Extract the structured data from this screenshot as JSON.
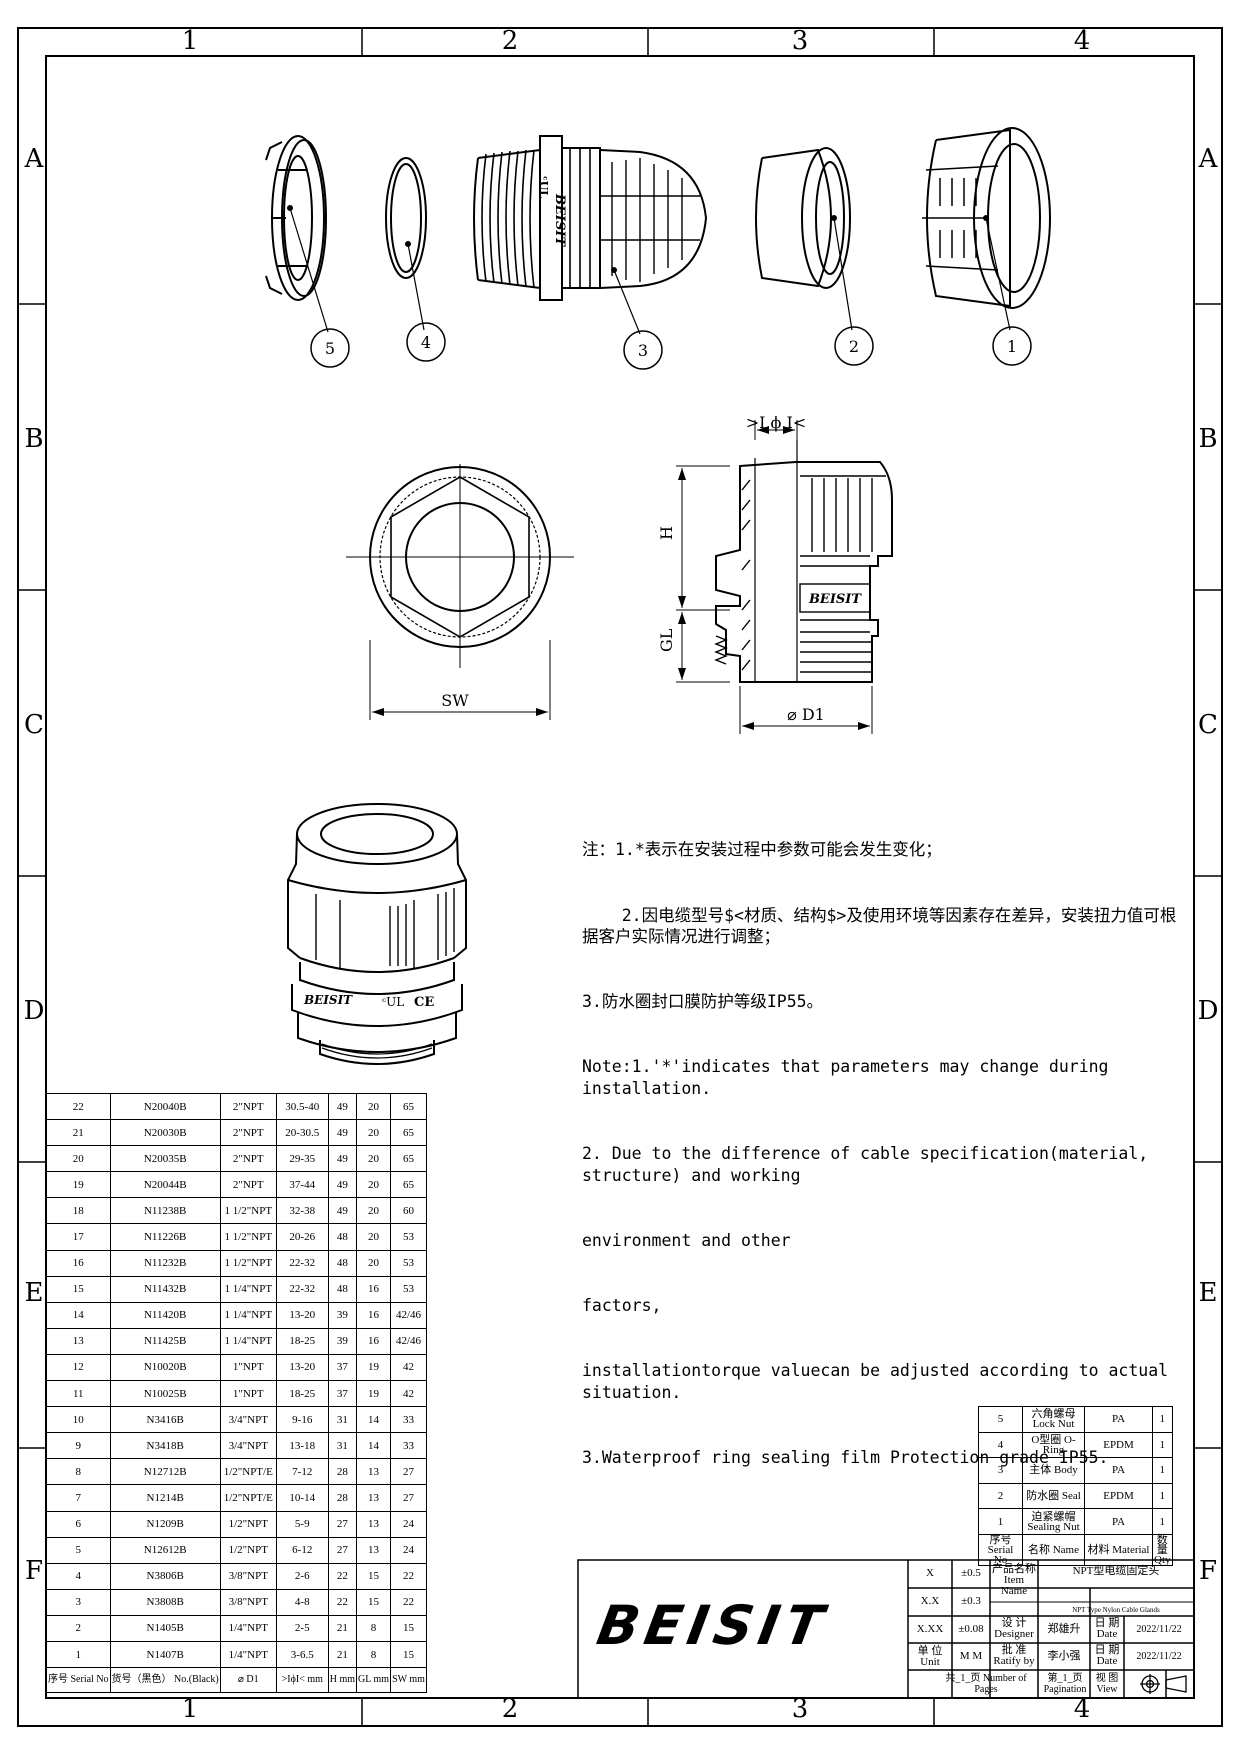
{
  "frame": {
    "columns": [
      "1",
      "2",
      "3",
      "4"
    ],
    "rows": [
      "A",
      "B",
      "C",
      "D",
      "E",
      "F"
    ]
  },
  "balloons": [
    "5",
    "4",
    "3",
    "2",
    "1"
  ],
  "dimensions": {
    "i_phi_i": ">I ϕ I<",
    "h": "H",
    "gl": "GL",
    "d1": "⌀ D1",
    "sw": "SW"
  },
  "brand_mark": "BEISIT",
  "marks": {
    "ul": "ᶜUL",
    "ce": "CE"
  },
  "notes": [
    "注：1.*表示在安装过程中参数可能会发生变化；",
    "    2.因电缆型号$<材质、结构$>及使用环境等因素存在差异，安装扭力值可根据客户实际情况进行调整；",
    "3.防水圈封口膜防护等级IP55。",
    "Note:1.'*'indicates that parameters may change during installation.",
    "2. Due to the difference of cable specification(material, structure) and working",
    "environment and other",
    "factors,",
    "installationtorque valuecan be adjusted according to actual situation.",
    "3.Waterproof ring sealing film Protection grade IP55."
  ],
  "spec_table": {
    "headers": [
      "序号 Serial No",
      "货号（黑色） No.(Black)",
      "⌀ D1",
      ">IϕI< mm",
      "H mm",
      "GL mm",
      "SW mm"
    ],
    "rows": [
      [
        "22",
        "N20040B",
        "2\"NPT",
        "30.5-40",
        "49",
        "20",
        "65"
      ],
      [
        "21",
        "N20030B",
        "2\"NPT",
        "20-30.5",
        "49",
        "20",
        "65"
      ],
      [
        "20",
        "N20035B",
        "2\"NPT",
        "29-35",
        "49",
        "20",
        "65"
      ],
      [
        "19",
        "N20044B",
        "2\"NPT",
        "37-44",
        "49",
        "20",
        "65"
      ],
      [
        "18",
        "N11238B",
        "1 1/2\"NPT",
        "32-38",
        "49",
        "20",
        "60"
      ],
      [
        "17",
        "N11226B",
        "1 1/2\"NPT",
        "20-26",
        "48",
        "20",
        "53"
      ],
      [
        "16",
        "N11232B",
        "1 1/2\"NPT",
        "22-32",
        "48",
        "20",
        "53"
      ],
      [
        "15",
        "N11432B",
        "1 1/4\"NPT",
        "22-32",
        "48",
        "16",
        "53"
      ],
      [
        "14",
        "N11420B",
        "1 1/4\"NPT",
        "13-20",
        "39",
        "16",
        "42/46"
      ],
      [
        "13",
        "N11425B",
        "1 1/4\"NPT",
        "18-25",
        "39",
        "16",
        "42/46"
      ],
      [
        "12",
        "N10020B",
        "1\"NPT",
        "13-20",
        "37",
        "19",
        "42"
      ],
      [
        "11",
        "N10025B",
        "1\"NPT",
        "18-25",
        "37",
        "19",
        "42"
      ],
      [
        "10",
        "N3416B",
        "3/4\"NPT",
        "9-16",
        "31",
        "14",
        "33"
      ],
      [
        "9",
        "N3418B",
        "3/4\"NPT",
        "13-18",
        "31",
        "14",
        "33"
      ],
      [
        "8",
        "N12712B",
        "1/2\"NPT/E",
        "7-12",
        "28",
        "13",
        "27"
      ],
      [
        "7",
        "N1214B",
        "1/2\"NPT/E",
        "10-14",
        "28",
        "13",
        "27"
      ],
      [
        "6",
        "N1209B",
        "1/2\"NPT",
        "5-9",
        "27",
        "13",
        "24"
      ],
      [
        "5",
        "N12612B",
        "1/2\"NPT",
        "6-12",
        "27",
        "13",
        "24"
      ],
      [
        "4",
        "N3806B",
        "3/8\"NPT",
        "2-6",
        "22",
        "15",
        "22"
      ],
      [
        "3",
        "N3808B",
        "3/8\"NPT",
        "4-8",
        "22",
        "15",
        "22"
      ],
      [
        "2",
        "N1405B",
        "1/4\"NPT",
        "2-5",
        "21",
        "8",
        "15"
      ],
      [
        "1",
        "N1407B",
        "1/4\"NPT",
        "3-6.5",
        "21",
        "8",
        "15"
      ]
    ]
  },
  "bom": {
    "headers": [
      "序号 Serial No",
      "名称 Name",
      "材料 Material",
      "数量 Qty"
    ],
    "rows": [
      [
        "5",
        "六角螺母 Lock Nut",
        "PA",
        "1"
      ],
      [
        "4",
        "O型圈 O-Ring",
        "EPDM",
        "1"
      ],
      [
        "3",
        "主体 Body",
        "PA",
        "1"
      ],
      [
        "2",
        "防水圈 Seal",
        "EPDM",
        "1"
      ],
      [
        "1",
        "迫紧螺帽 Sealing Nut",
        "PA",
        "1"
      ]
    ]
  },
  "title_block": {
    "tol": [
      [
        "X",
        "±0.5"
      ],
      [
        "X.X",
        "±0.3"
      ],
      [
        "X.XX",
        "±0.08"
      ]
    ],
    "unit_label": "单 位 Unit",
    "unit_value": "M M",
    "item_name_label": "产品名称 Item Name",
    "item_name_cn": "NPT型电缆固定头",
    "item_name_en": "NPT Type Nylon Cable Glands",
    "designer_label": "设 计 Designer",
    "designer": "郑雄升",
    "ratify_label": "批 准 Ratify by",
    "ratify": "李小强",
    "date_label": "日 期 Date",
    "date1": "2022/11/22",
    "date2": "2022/11/22",
    "pages": "共_1_页 Number of Pages",
    "pagination": "第_1_页 Pagination",
    "view_label": "视 图 View",
    "logo": "BEISIT"
  }
}
